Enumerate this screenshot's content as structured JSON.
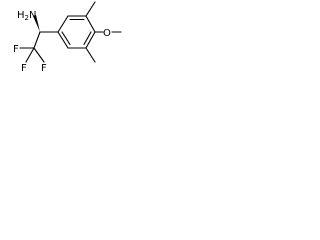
{
  "molecule": {
    "labels": {
      "amine": "H2N",
      "amine_h": "H",
      "amine_sub": "2",
      "amine_n": "N",
      "f1": "F",
      "f2": "F",
      "f3": "F",
      "oxygen": "O"
    }
  },
  "colors": {
    "bond": "#000000",
    "background": "#ffffff"
  }
}
